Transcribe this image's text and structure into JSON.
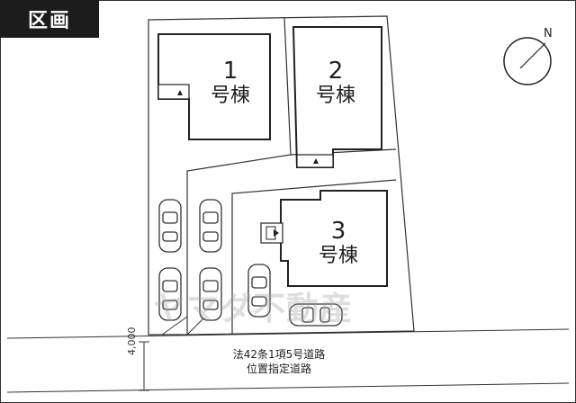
{
  "header": {
    "title": "区画"
  },
  "buildings": [
    {
      "number": "1",
      "label": "号棟"
    },
    {
      "number": "2",
      "label": "号棟"
    },
    {
      "number": "3",
      "label": "号棟"
    }
  ],
  "road": {
    "line1": "法42条1項5号道路",
    "line2": "位置指定道路",
    "width": "4,000"
  },
  "compass": {
    "north": "N"
  },
  "watermark": "ヤマダ不動産"
}
